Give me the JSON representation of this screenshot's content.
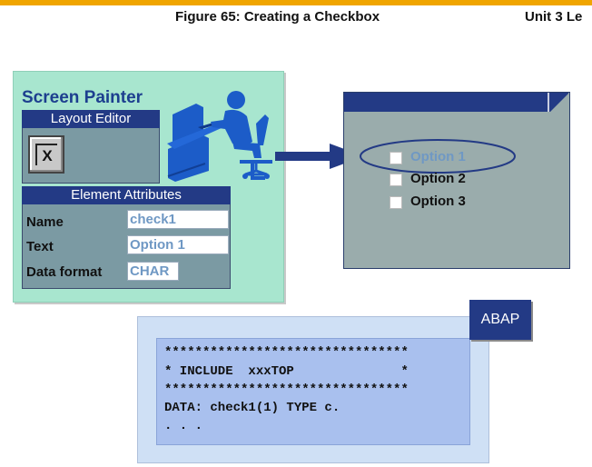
{
  "header": {
    "figure_title": "Figure 65: Creating a Checkbox",
    "unit_title": "Unit 3 Le"
  },
  "screen_painter": {
    "title": "Screen Painter",
    "layout_editor": {
      "title": "Layout Editor",
      "checkbox_glyph": "X"
    },
    "element_attributes": {
      "title": "Element Attributes",
      "rows": [
        {
          "label": "Name",
          "value": "check1"
        },
        {
          "label": "Text",
          "value": "Option 1"
        },
        {
          "label": "Data format",
          "value": "CHAR"
        }
      ]
    }
  },
  "result_window": {
    "options": [
      "Option 1",
      "Option 2",
      "Option 3"
    ],
    "highlighted_color": "#6f98c4"
  },
  "code": {
    "badge": "ABAP",
    "lines": [
      "********************************",
      "* INCLUDE  xxxTOP              *",
      "********************************",
      "DATA: check1(1) TYPE c.",
      ". . ."
    ]
  },
  "colors": {
    "accent_bar": "#f0a500",
    "navy": "#233a85",
    "panel_green": "#a8e6cf",
    "panel_gray": "#7b9aa3"
  }
}
